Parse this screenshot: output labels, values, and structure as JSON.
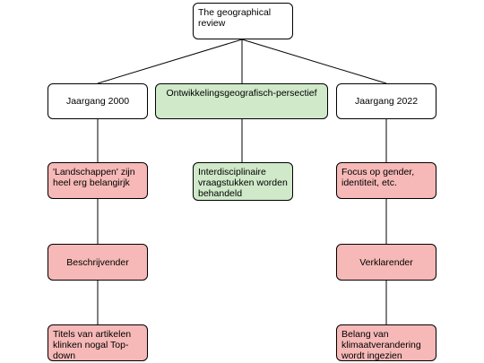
{
  "colors": {
    "root_fill": "#ffffff",
    "green_fill": "#cfe9c9",
    "red_fill": "#f6b9b7",
    "line": "#000000"
  },
  "diagram": {
    "root": "The geographical review",
    "left": {
      "header": "Jaargang 2000",
      "items": [
        "'Landschappen' zijn heel erg belangirjk",
        "Beschrijvender",
        "Titels van artikelen klinken nogal Top-down"
      ]
    },
    "middle": {
      "header": "Ontwikkelingsgeografisch-persectief",
      "items": [
        "Interdisciplinaire vraagstukken worden behandeld"
      ]
    },
    "right": {
      "header": "Jaargang 2022",
      "items": [
        "Focus op gender, identiteit, etc.",
        "Verklarender",
        "Belang van klimaatverandering wordt ingezien"
      ]
    }
  }
}
